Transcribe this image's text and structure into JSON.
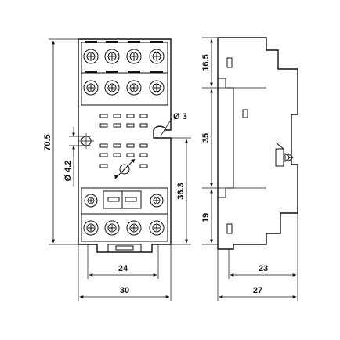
{
  "dimensions": {
    "overall_height": "70.5",
    "top_section": "16.5",
    "middle_section": "35",
    "bottom_section": "19",
    "hole_diameter": "Ø 3",
    "mount_hole_diameter": "Ø 4.2",
    "hole_to_bottom": "36.3",
    "front_inner_width": "24",
    "front_overall_width": "30",
    "side_inner_width": "23",
    "side_overall_width": "27"
  },
  "colors": {
    "ink": "#111111",
    "paper": "#ffffff",
    "terminal_fill": "#eeeeee"
  }
}
